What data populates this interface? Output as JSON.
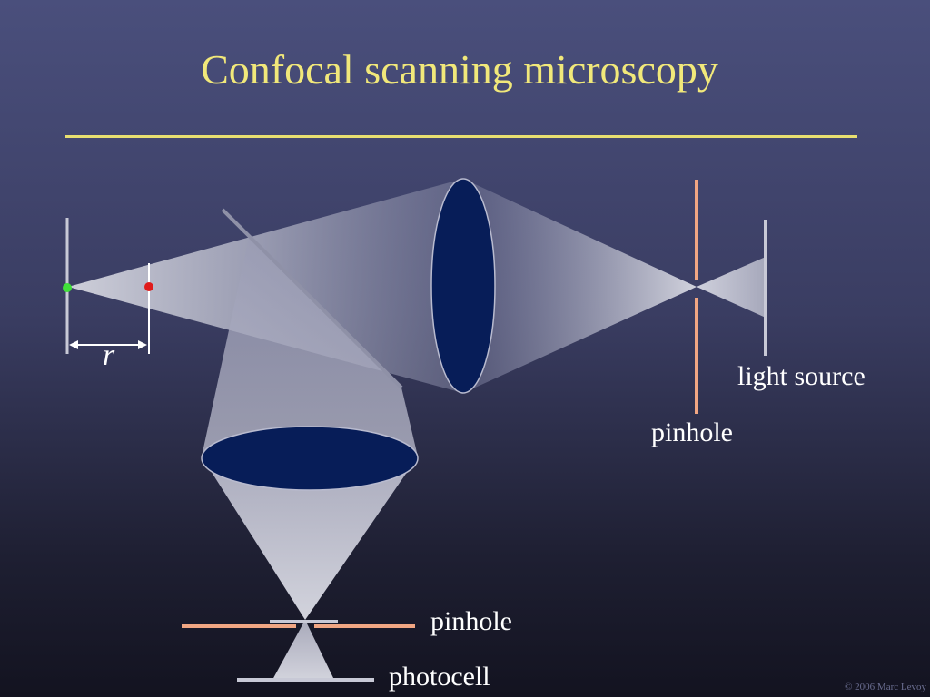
{
  "slide": {
    "title": "Confocal scanning microscopy",
    "copyright": "© 2006 Marc Levoy"
  },
  "labels": {
    "r": "r",
    "light_source": "light source",
    "pinhole_upper": "pinhole",
    "pinhole_lower": "pinhole",
    "photocell": "photocell"
  },
  "colors": {
    "title": "#f1e87a",
    "title_rule": "#e8df70",
    "lens_fill": "#071d58",
    "pinhole": "#f1a683",
    "in_focus_point": "#40e03a",
    "out_of_focus_point": "#e01b1b"
  }
}
